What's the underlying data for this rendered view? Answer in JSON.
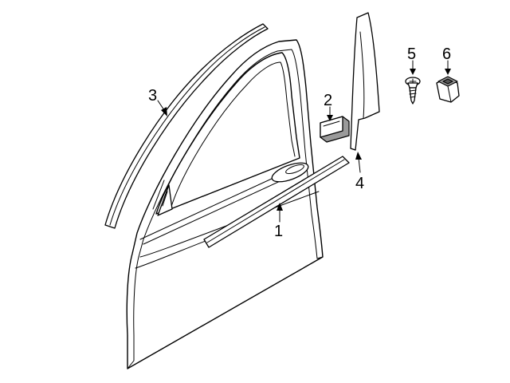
{
  "callouts": {
    "c1": "1",
    "c2": "2",
    "c3": "3",
    "c4": "4",
    "c5": "5",
    "c6": "6"
  },
  "colors": {
    "line": "#000000",
    "part_shade": "#9a9a9a",
    "background": "#ffffff"
  }
}
